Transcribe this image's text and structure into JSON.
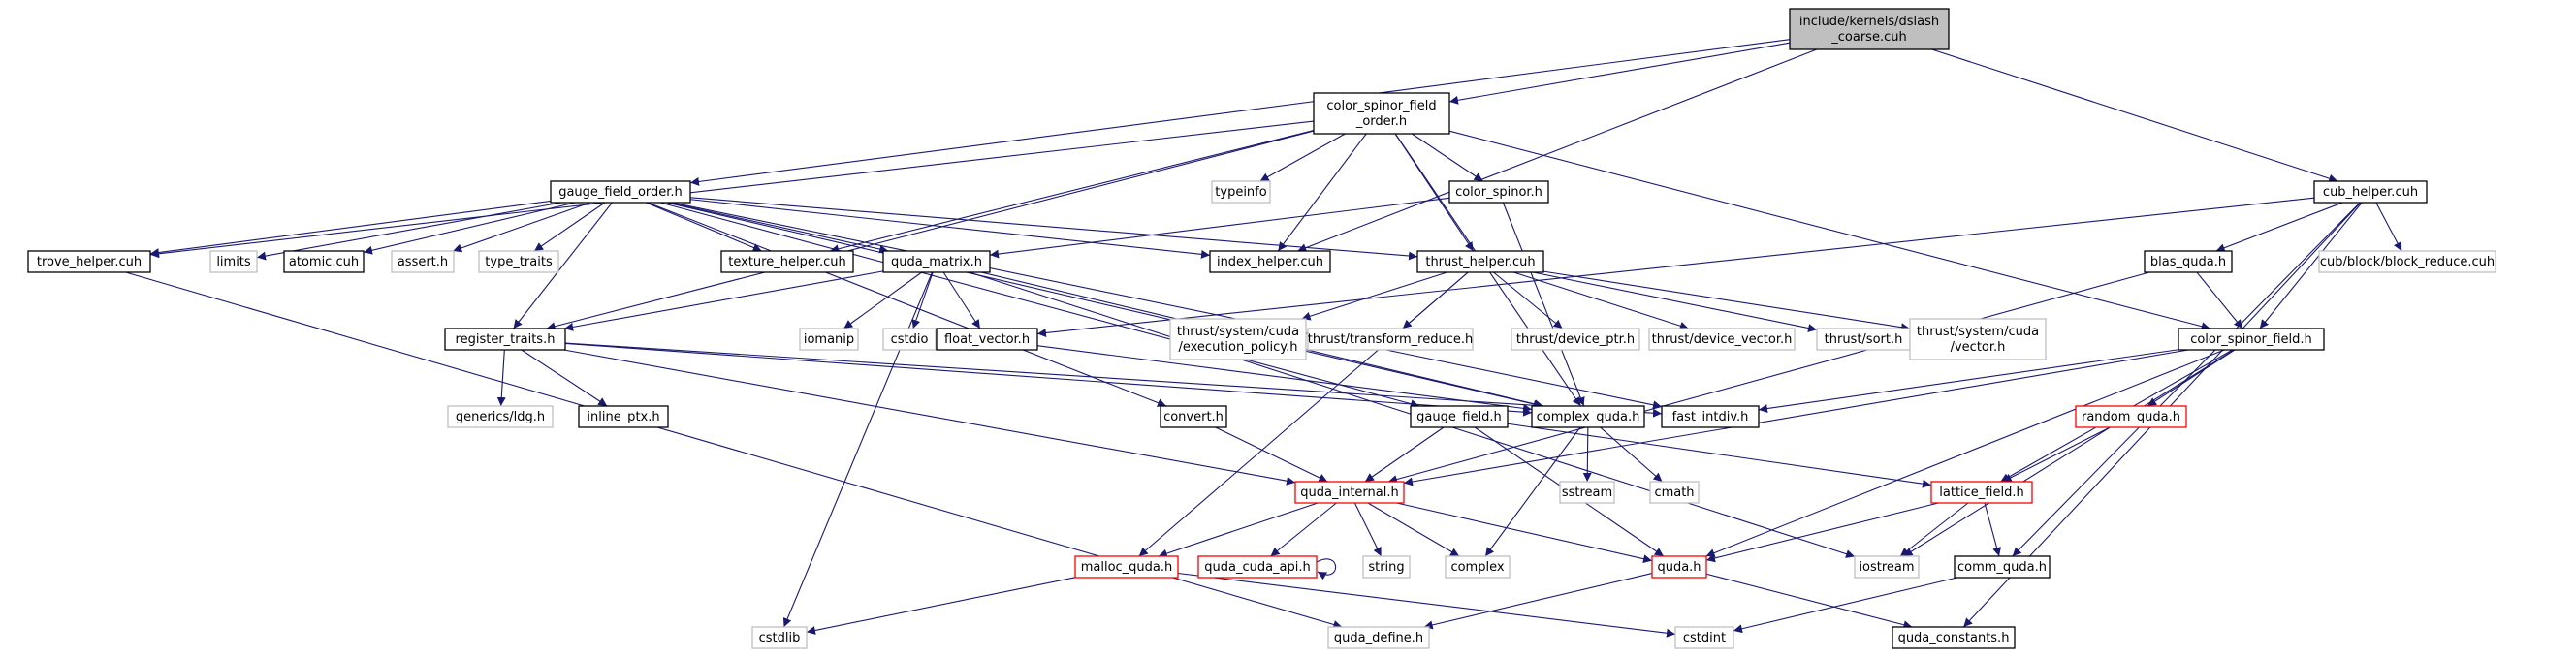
{
  "colors": {
    "edge": "#191970",
    "normal_border": "#000000",
    "missing_border": "#bfbfbf",
    "truncated_border": "#ff0000",
    "root_fill": "#bfbfbf",
    "node_fill": "#ffffff"
  },
  "nodes": [
    {
      "id": "root",
      "lines": [
        "include/kernels/dslash",
        "_coarse.cuh"
      ],
      "kind": "root"
    },
    {
      "id": "color_spinor_field_order",
      "lines": [
        "color_spinor_field",
        "_order.h"
      ],
      "kind": "normal"
    },
    {
      "id": "cub_helper",
      "lines": [
        "cub_helper.cuh"
      ],
      "kind": "normal"
    },
    {
      "id": "typeinfo",
      "lines": [
        "typeinfo"
      ],
      "kind": "missing"
    },
    {
      "id": "color_spinor",
      "lines": [
        "color_spinor.h"
      ],
      "kind": "normal"
    },
    {
      "id": "gauge_field_order",
      "lines": [
        "gauge_field_order.h"
      ],
      "kind": "normal"
    },
    {
      "id": "trove_helper",
      "lines": [
        "trove_helper.cuh"
      ],
      "kind": "normal"
    },
    {
      "id": "limits",
      "lines": [
        "limits"
      ],
      "kind": "missing"
    },
    {
      "id": "atomic",
      "lines": [
        "atomic.cuh"
      ],
      "kind": "normal"
    },
    {
      "id": "assert",
      "lines": [
        "assert.h"
      ],
      "kind": "missing"
    },
    {
      "id": "type_traits",
      "lines": [
        "type_traits"
      ],
      "kind": "missing"
    },
    {
      "id": "texture_helper",
      "lines": [
        "texture_helper.cuh"
      ],
      "kind": "normal"
    },
    {
      "id": "quda_matrix",
      "lines": [
        "quda_matrix.h"
      ],
      "kind": "normal"
    },
    {
      "id": "index_helper",
      "lines": [
        "index_helper.cuh"
      ],
      "kind": "normal"
    },
    {
      "id": "thrust_helper",
      "lines": [
        "thrust_helper.cuh"
      ],
      "kind": "normal"
    },
    {
      "id": "blas_quda",
      "lines": [
        "blas_quda.h"
      ],
      "kind": "normal"
    },
    {
      "id": "cub_block_reduce",
      "lines": [
        "cub/block/block_reduce.cuh"
      ],
      "kind": "missing"
    },
    {
      "id": "register_traits",
      "lines": [
        "register_traits.h"
      ],
      "kind": "normal"
    },
    {
      "id": "iomanip",
      "lines": [
        "iomanip"
      ],
      "kind": "missing"
    },
    {
      "id": "cstdio",
      "lines": [
        "cstdio"
      ],
      "kind": "missing"
    },
    {
      "id": "float_vector",
      "lines": [
        "float_vector.h"
      ],
      "kind": "normal"
    },
    {
      "id": "thrust_exec_policy",
      "lines": [
        "thrust/system/cuda",
        "/execution_policy.h"
      ],
      "kind": "missing"
    },
    {
      "id": "thrust_transform_reduce",
      "lines": [
        "thrust/transform_reduce.h"
      ],
      "kind": "missing"
    },
    {
      "id": "thrust_device_ptr",
      "lines": [
        "thrust/device_ptr.h"
      ],
      "kind": "missing"
    },
    {
      "id": "thrust_device_vector",
      "lines": [
        "thrust/device_vector.h"
      ],
      "kind": "missing"
    },
    {
      "id": "thrust_sort",
      "lines": [
        "thrust/sort.h"
      ],
      "kind": "missing"
    },
    {
      "id": "thrust_cuda_vector",
      "lines": [
        "thrust/system/cuda",
        "/vector.h"
      ],
      "kind": "missing"
    },
    {
      "id": "color_spinor_field",
      "lines": [
        "color_spinor_field.h"
      ],
      "kind": "normal"
    },
    {
      "id": "generics_ldg",
      "lines": [
        "generics/ldg.h"
      ],
      "kind": "missing"
    },
    {
      "id": "inline_ptx",
      "lines": [
        "inline_ptx.h"
      ],
      "kind": "normal"
    },
    {
      "id": "convert",
      "lines": [
        "convert.h"
      ],
      "kind": "normal"
    },
    {
      "id": "gauge_field",
      "lines": [
        "gauge_field.h"
      ],
      "kind": "normal"
    },
    {
      "id": "complex_quda",
      "lines": [
        "complex_quda.h"
      ],
      "kind": "normal"
    },
    {
      "id": "fast_intdiv",
      "lines": [
        "fast_intdiv.h"
      ],
      "kind": "normal"
    },
    {
      "id": "random_quda",
      "lines": [
        "random_quda.h"
      ],
      "kind": "truncated"
    },
    {
      "id": "quda_internal",
      "lines": [
        "quda_internal.h"
      ],
      "kind": "truncated"
    },
    {
      "id": "sstream",
      "lines": [
        "sstream"
      ],
      "kind": "missing"
    },
    {
      "id": "cmath",
      "lines": [
        "cmath"
      ],
      "kind": "missing"
    },
    {
      "id": "lattice_field",
      "lines": [
        "lattice_field.h"
      ],
      "kind": "truncated"
    },
    {
      "id": "malloc_quda",
      "lines": [
        "malloc_quda.h"
      ],
      "kind": "truncated"
    },
    {
      "id": "quda_cuda_api",
      "lines": [
        "quda_cuda_api.h"
      ],
      "kind": "truncated"
    },
    {
      "id": "string",
      "lines": [
        "string"
      ],
      "kind": "missing"
    },
    {
      "id": "complex",
      "lines": [
        "complex"
      ],
      "kind": "missing"
    },
    {
      "id": "quda",
      "lines": [
        "quda.h"
      ],
      "kind": "truncated"
    },
    {
      "id": "iostream",
      "lines": [
        "iostream"
      ],
      "kind": "missing"
    },
    {
      "id": "comm_quda",
      "lines": [
        "comm_quda.h"
      ],
      "kind": "normal"
    },
    {
      "id": "cstdlib",
      "lines": [
        "cstdlib"
      ],
      "kind": "missing"
    },
    {
      "id": "quda_define",
      "lines": [
        "quda_define.h"
      ],
      "kind": "missing"
    },
    {
      "id": "cstdint",
      "lines": [
        "cstdint"
      ],
      "kind": "missing"
    },
    {
      "id": "quda_constants",
      "lines": [
        "quda_constants.h"
      ],
      "kind": "normal"
    }
  ],
  "edges": [
    [
      "root",
      "color_spinor_field_order"
    ],
    [
      "root",
      "gauge_field_order"
    ],
    [
      "root",
      "index_helper"
    ],
    [
      "root",
      "cub_helper"
    ],
    [
      "color_spinor_field_order",
      "typeinfo"
    ],
    [
      "color_spinor_field_order",
      "color_spinor"
    ],
    [
      "color_spinor_field_order",
      "trove_helper"
    ],
    [
      "color_spinor_field_order",
      "register_traits"
    ],
    [
      "color_spinor_field_order",
      "texture_helper"
    ],
    [
      "color_spinor_field_order",
      "index_helper"
    ],
    [
      "color_spinor_field_order",
      "thrust_helper"
    ],
    [
      "color_spinor_field_order",
      "color_spinor_field"
    ],
    [
      "color_spinor_field_order",
      "complex_quda"
    ],
    [
      "color_spinor",
      "quda_matrix"
    ],
    [
      "color_spinor",
      "complex_quda"
    ],
    [
      "gauge_field_order",
      "trove_helper"
    ],
    [
      "gauge_field_order",
      "limits"
    ],
    [
      "gauge_field_order",
      "atomic"
    ],
    [
      "gauge_field_order",
      "assert"
    ],
    [
      "gauge_field_order",
      "type_traits"
    ],
    [
      "gauge_field_order",
      "texture_helper"
    ],
    [
      "gauge_field_order",
      "quda_matrix"
    ],
    [
      "gauge_field_order",
      "index_helper"
    ],
    [
      "gauge_field_order",
      "thrust_helper"
    ],
    [
      "gauge_field_order",
      "register_traits"
    ],
    [
      "gauge_field_order",
      "convert"
    ],
    [
      "gauge_field_order",
      "gauge_field"
    ],
    [
      "gauge_field_order",
      "complex_quda"
    ],
    [
      "gauge_field_order",
      "fast_intdiv"
    ],
    [
      "trove_helper",
      "quda_define"
    ],
    [
      "cub_helper",
      "blas_quda"
    ],
    [
      "cub_helper",
      "cub_block_reduce"
    ],
    [
      "cub_helper",
      "color_spinor_field"
    ],
    [
      "cub_helper",
      "float_vector"
    ],
    [
      "cub_helper",
      "comm_quda"
    ],
    [
      "cub_helper",
      "quda_constants"
    ],
    [
      "quda_matrix",
      "register_traits"
    ],
    [
      "quda_matrix",
      "iomanip"
    ],
    [
      "quda_matrix",
      "cstdio"
    ],
    [
      "quda_matrix",
      "float_vector"
    ],
    [
      "quda_matrix",
      "complex_quda"
    ],
    [
      "quda_matrix",
      "cstdlib"
    ],
    [
      "quda_matrix",
      "iostream"
    ],
    [
      "thrust_helper",
      "thrust_exec_policy"
    ],
    [
      "thrust_helper",
      "thrust_transform_reduce"
    ],
    [
      "thrust_helper",
      "thrust_device_ptr"
    ],
    [
      "thrust_helper",
      "thrust_device_vector"
    ],
    [
      "thrust_helper",
      "thrust_sort"
    ],
    [
      "thrust_helper",
      "thrust_cuda_vector"
    ],
    [
      "thrust_helper",
      "malloc_quda"
    ],
    [
      "blas_quda",
      "color_spinor_field"
    ],
    [
      "blas_quda",
      "quda_internal"
    ],
    [
      "register_traits",
      "generics_ldg"
    ],
    [
      "register_traits",
      "inline_ptx"
    ],
    [
      "register_traits",
      "complex_quda"
    ],
    [
      "register_traits",
      "quda_internal"
    ],
    [
      "register_traits",
      "fast_intdiv"
    ],
    [
      "float_vector",
      "complex_quda"
    ],
    [
      "color_spinor_field",
      "quda_internal"
    ],
    [
      "color_spinor_field",
      "quda"
    ],
    [
      "color_spinor_field",
      "lattice_field"
    ],
    [
      "color_spinor_field",
      "random_quda"
    ],
    [
      "color_spinor_field",
      "fast_intdiv"
    ],
    [
      "color_spinor_field",
      "iostream"
    ],
    [
      "convert",
      "quda_internal"
    ],
    [
      "gauge_field",
      "quda_internal"
    ],
    [
      "gauge_field",
      "quda"
    ],
    [
      "gauge_field",
      "lattice_field"
    ],
    [
      "complex_quda",
      "sstream"
    ],
    [
      "complex_quda",
      "cmath"
    ],
    [
      "complex_quda",
      "complex"
    ],
    [
      "random_quda",
      "lattice_field"
    ],
    [
      "quda_internal",
      "malloc_quda"
    ],
    [
      "quda_internal",
      "quda_cuda_api"
    ],
    [
      "quda_internal",
      "string"
    ],
    [
      "quda_internal",
      "complex"
    ],
    [
      "quda_internal",
      "quda"
    ],
    [
      "quda_cuda_api",
      "quda_cuda_api"
    ],
    [
      "lattice_field",
      "quda"
    ],
    [
      "lattice_field",
      "iostream"
    ],
    [
      "lattice_field",
      "comm_quda"
    ],
    [
      "malloc_quda",
      "cstdlib"
    ],
    [
      "malloc_quda",
      "cstdint"
    ],
    [
      "quda",
      "quda_define"
    ],
    [
      "quda",
      "quda_constants"
    ],
    [
      "comm_quda",
      "cstdint"
    ]
  ]
}
